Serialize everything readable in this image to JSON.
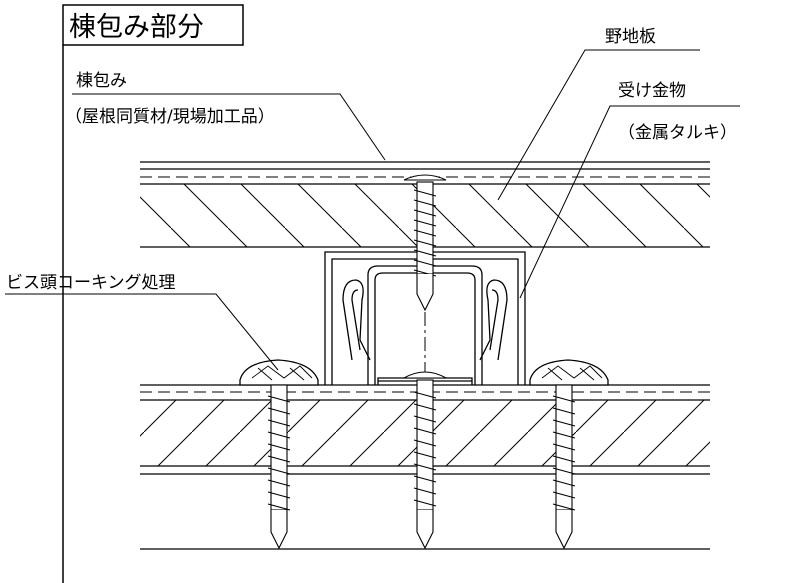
{
  "title": "棟包み部分",
  "labels": {
    "ridge_cover": "棟包み",
    "ridge_cover_detail": "（屋根同質材/現場加工品）",
    "sheathing": "野地板",
    "bracket": "受け金物",
    "bracket_detail": "（金属タルキ）",
    "caulking": "ビス頭コーキング処理"
  }
}
